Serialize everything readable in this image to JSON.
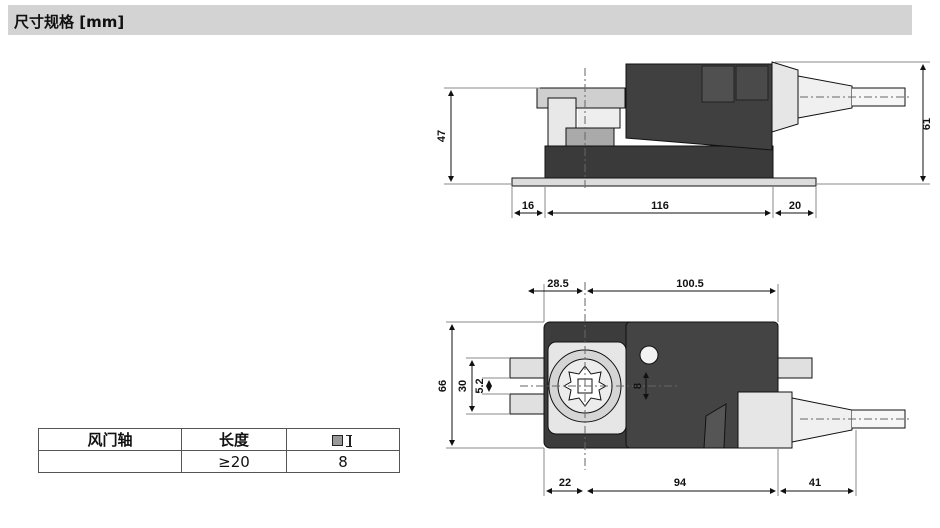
{
  "header": {
    "title": "尺寸规格 [mm]"
  },
  "side_view": {
    "dims": {
      "height_47": "47",
      "height_61": "61",
      "w_16": "16",
      "w_116": "116",
      "w_20": "20"
    }
  },
  "top_view": {
    "dims": {
      "w_28_5": "28.5",
      "w_100_5": "100.5",
      "h_66": "66",
      "h_30": "30",
      "h_5_2": "5.2",
      "h_8": "8",
      "w_22": "22",
      "w_94": "94",
      "w_41": "41"
    }
  },
  "spec_table": {
    "headers": {
      "shaft": "风门轴",
      "length": "长度",
      "square": ""
    },
    "icon": "square-shaft-dimension-icon",
    "row": {
      "shaft": "",
      "length": "≥20",
      "square": "8"
    }
  }
}
